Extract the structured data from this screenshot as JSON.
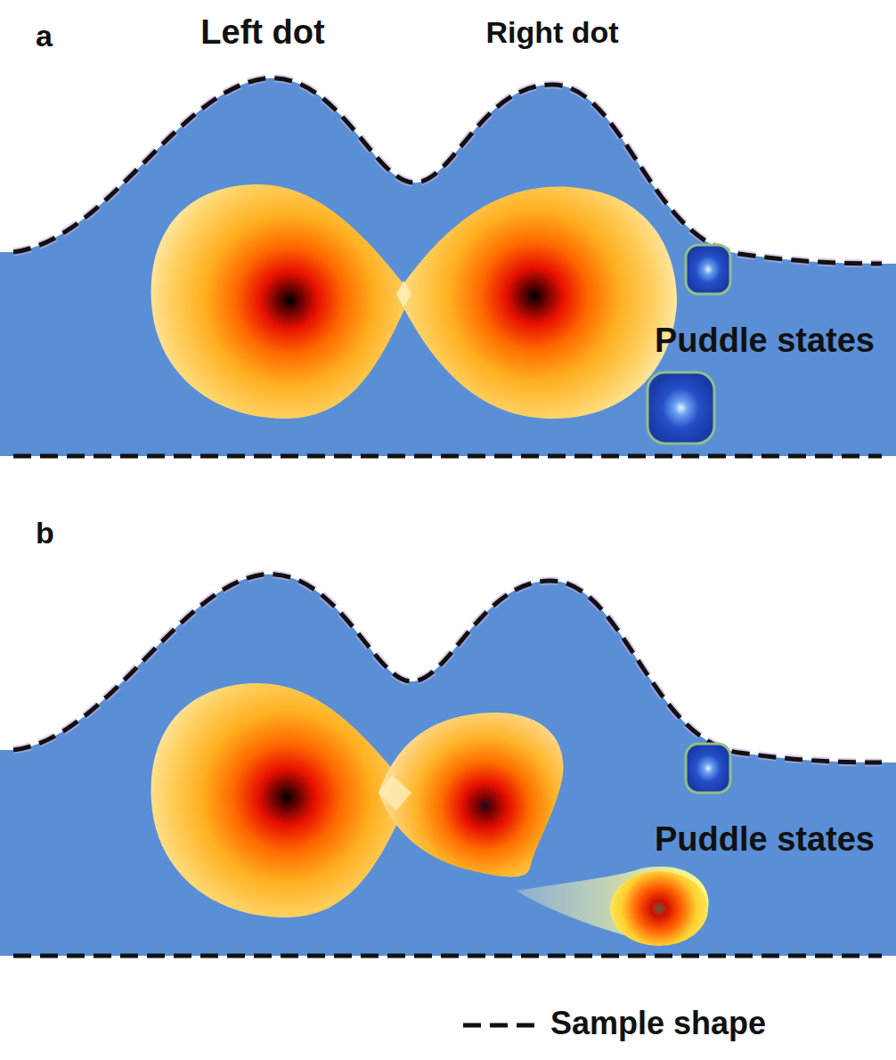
{
  "diagram": {
    "labels": [
      "a",
      "Left dot",
      "Right dot",
      "Puddle states",
      "b",
      "Puddle states"
    ],
    "legend": [
      {
        "text": "Sample shape"
      }
    ]
  }
}
